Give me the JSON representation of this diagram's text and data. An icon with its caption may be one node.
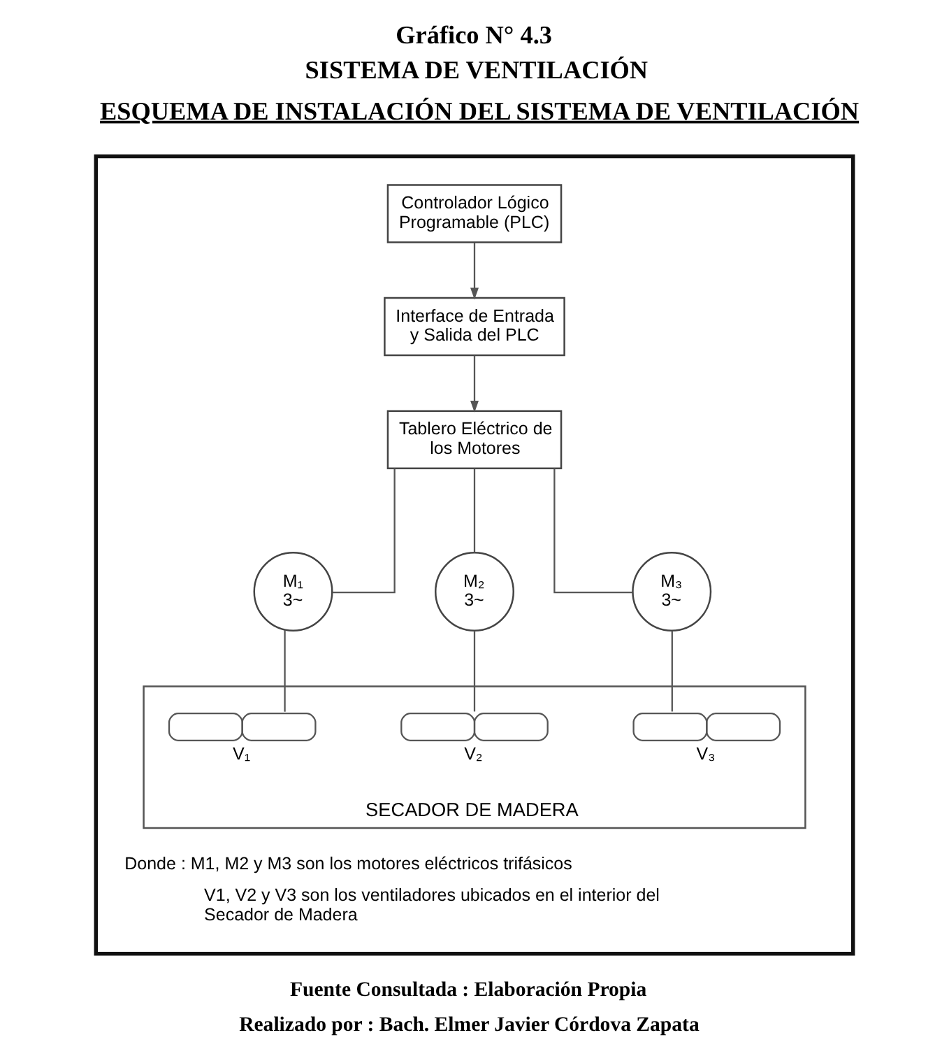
{
  "diagram": {
    "title": "Gráfico N° 4.3",
    "nodes": [
      {
        "text": [],
        "shape": "box"
      },
      {
        "text": [
          "Controlador Lógico Programable (PLC)"
        ],
        "in": 0
      },
      {
        "text": [
          "Interface de Entrada y Salida del PLC"
        ],
        "in": 0
      },
      {
        "text": [
          "Tablero Eléctrico de los Motores"
        ],
        "in": 0
      },
      {
        "text": [
          "M₁",
          "3~"
        ],
        "in": 0
      },
      {
        "text": [
          "M₂",
          "3~"
        ],
        "in": 0
      },
      {
        "text": [
          "M₃",
          "3~"
        ],
        "in": 0
      },
      {
        "text": [
          "SECADOR DE MADERA"
        ],
        "in": 0
      },
      {
        "text": [],
        "shape": "fan",
        "beside": [
          "V₁"
        ],
        "in": 7
      },
      {
        "text": [],
        "shape": "fan",
        "beside": [
          "V₂"
        ],
        "in": 7
      },
      {
        "text": [],
        "shape": "fan",
        "beside": [
          "V₃"
        ],
        "in": 7
      }
    ],
    "edges": [
      {
        "from": 1,
        "to": 2,
        "arrow": "to"
      },
      {
        "from": 2,
        "to": 3,
        "arrow": "to"
      },
      {
        "from": 3,
        "to": 4,
        "arrow": "none"
      },
      {
        "from": 3,
        "to": 5,
        "arrow": "none"
      },
      {
        "from": 3,
        "to": 6,
        "arrow": "none"
      },
      {
        "from": 4,
        "to": 8,
        "arrow": "none"
      },
      {
        "from": 5,
        "to": 9,
        "arrow": "none"
      },
      {
        "from": 6,
        "to": 10,
        "arrow": "none"
      }
    ],
    "labels": [
      "SISTEMA DE VENTILACIÓN",
      "ESQUEMA DE INSTALACIÓN DEL SISTEMA DE VENTILACIÓN",
      "Donde : M1, M2 y M3 son los motores eléctricos trifásicos",
      "V1, V2 y V3 son los ventiladores ubicados en el interior del Secador de Madera",
      "Fuente Consultada : Elaboración Propia",
      "Realizado por : Bach. Elmer Javier Córdova Zapata"
    ]
  }
}
